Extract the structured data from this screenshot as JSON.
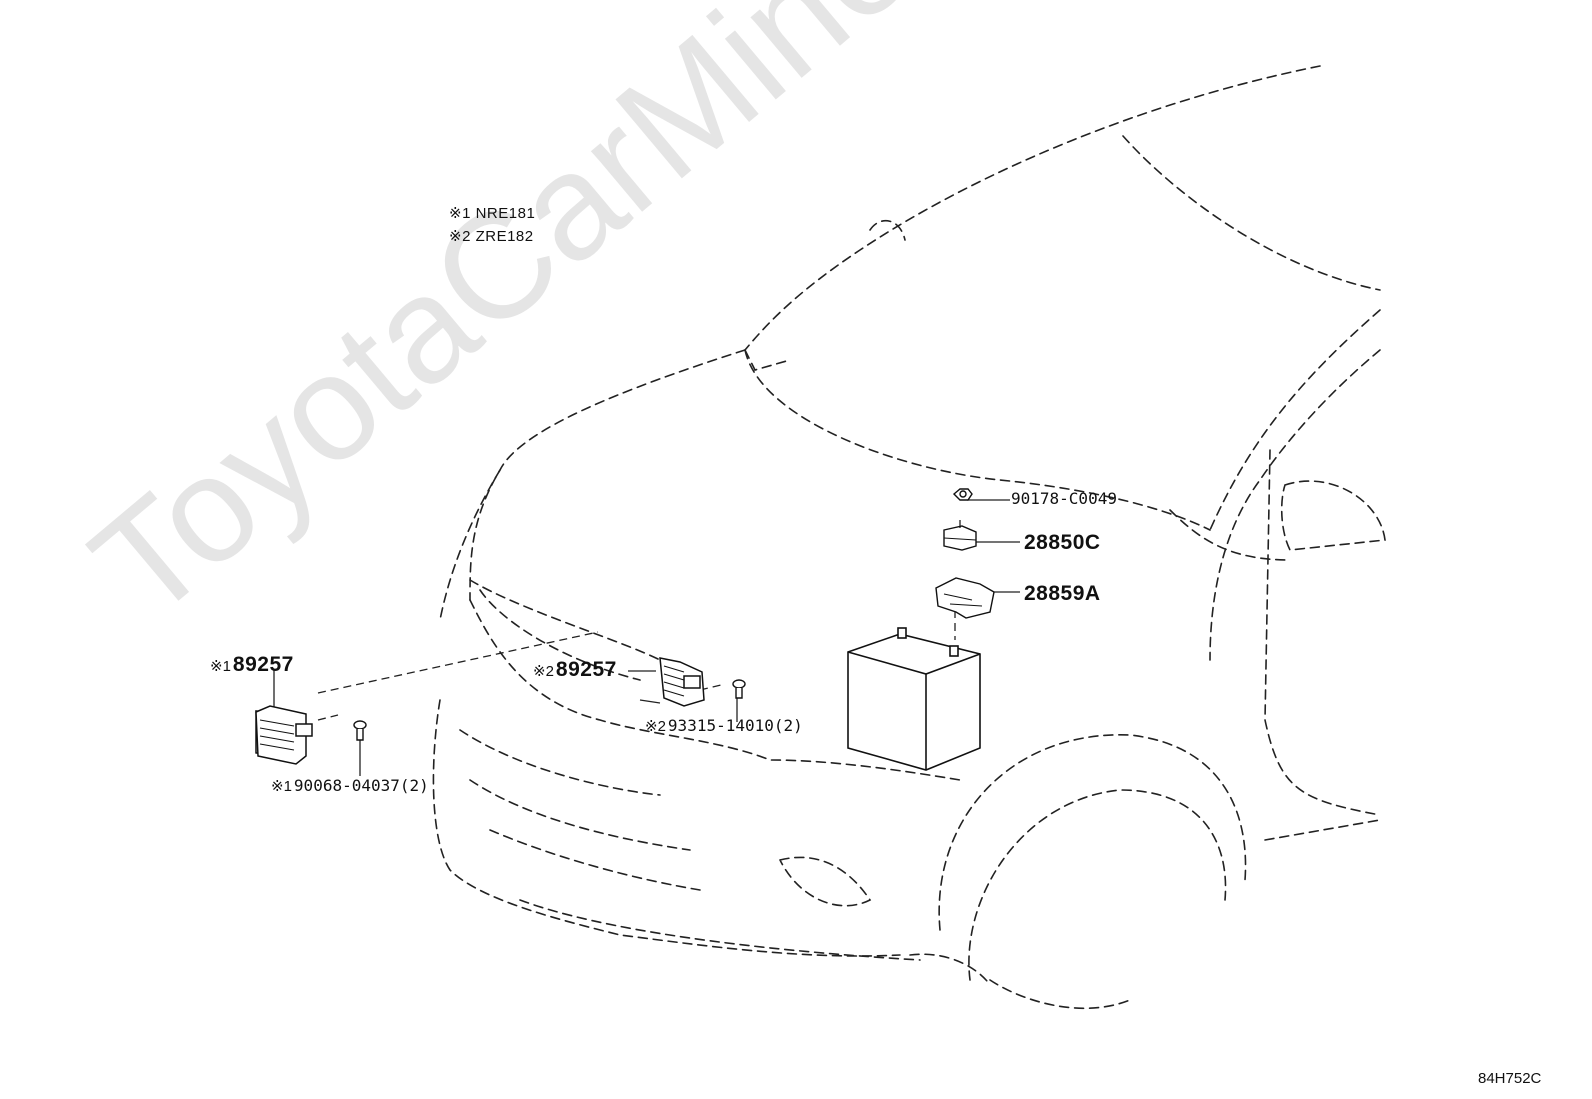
{
  "legend": [
    {
      "mark": "※1",
      "text": "NRE181"
    },
    {
      "mark": "※2",
      "text": "ZRE182"
    }
  ],
  "parts": {
    "p1_89257": {
      "mark": "※1",
      "number": "89257"
    },
    "p2_89257": {
      "mark": "※2",
      "number": "89257"
    },
    "bolt_93315": {
      "mark": "※2",
      "number": "93315-14010(2)"
    },
    "screw_90068": {
      "mark": "※1",
      "number": "90068-04037(2)"
    },
    "nut_90178": {
      "number": "90178-C0049"
    },
    "clamp_28850C": {
      "number": "28850C"
    },
    "bracket_28859A": {
      "number": "28859A"
    }
  },
  "watermark": "ToyotaCarMine.ru",
  "diagram_code": "84H752C"
}
